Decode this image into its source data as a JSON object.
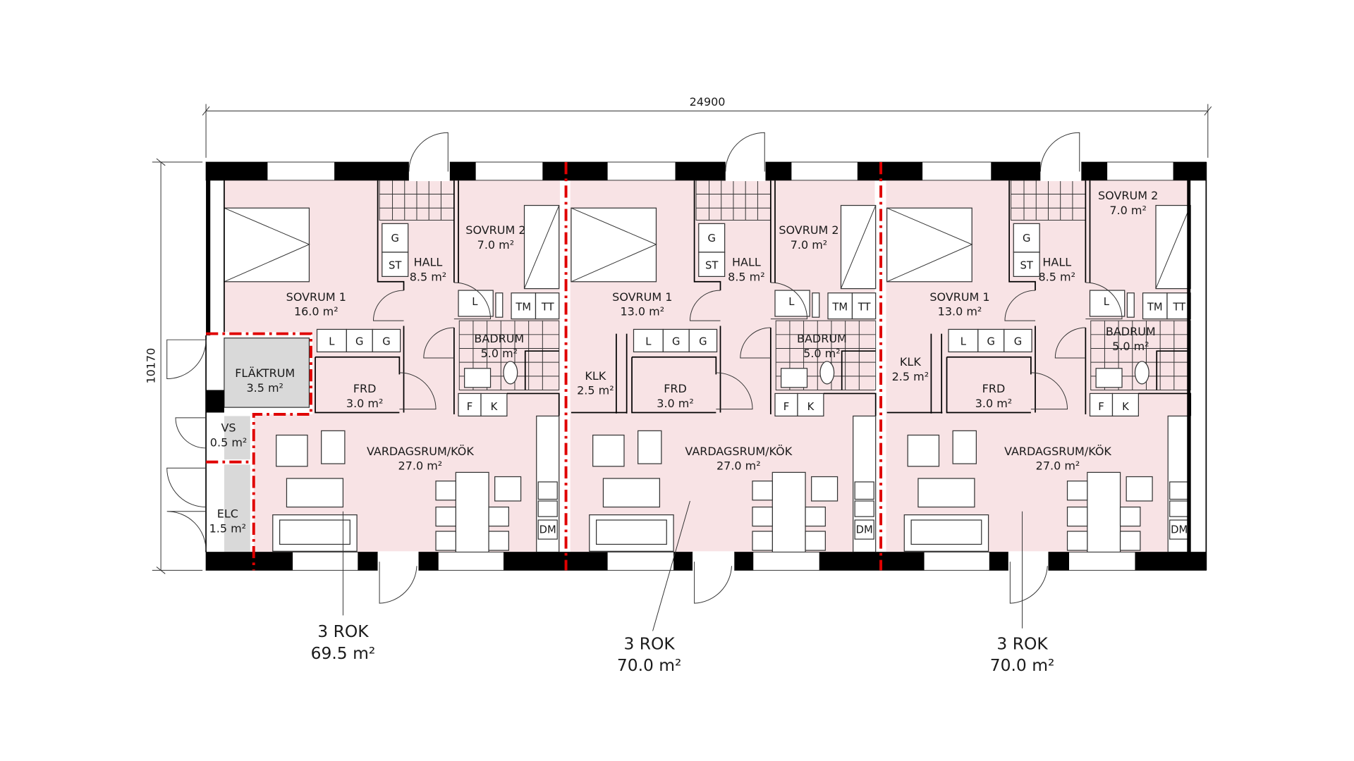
{
  "colors": {
    "room_fill": "#f8e3e5",
    "tech_fill": "#d9d9d9",
    "boundary": "#e00000",
    "wall": "#000000"
  },
  "dimensions": {
    "width": "24900",
    "depth": "10170"
  },
  "technical_rooms": {
    "flaktrum": {
      "name": "FLÄKTRUM",
      "area": "3.5 m²"
    },
    "vs": {
      "name": "VS",
      "area": "0.5 m²"
    },
    "elc": {
      "name": "ELC",
      "area": "1.5 m²"
    }
  },
  "units": [
    {
      "type": "3 ROK",
      "area": "69.5 m²",
      "rooms": {
        "sovrum1": {
          "name": "SOVRUM 1",
          "area": "16.0 m²"
        },
        "hall": {
          "name": "HALL",
          "area": "8.5 m²"
        },
        "sovrum2": {
          "name": "SOVRUM 2",
          "area": "7.0 m²"
        },
        "badrum": {
          "name": "BADRUM",
          "area": "5.0 m²"
        },
        "frd": {
          "name": "FRD",
          "area": "3.0 m²"
        },
        "vardagsrum": {
          "name": "VARDAGSRUM/KÖK",
          "area": "27.0 m²"
        }
      }
    },
    {
      "type": "3 ROK",
      "area": "70.0 m²",
      "rooms": {
        "sovrum1": {
          "name": "SOVRUM 1",
          "area": "13.0 m²"
        },
        "klk": {
          "name": "KLK",
          "area": "2.5 m²"
        },
        "hall": {
          "name": "HALL",
          "area": "8.5 m²"
        },
        "sovrum2": {
          "name": "SOVRUM 2",
          "area": "7.0 m²"
        },
        "badrum": {
          "name": "BADRUM",
          "area": "5.0 m²"
        },
        "frd": {
          "name": "FRD",
          "area": "3.0 m²"
        },
        "vardagsrum": {
          "name": "VARDAGSRUM/KÖK",
          "area": "27.0 m²"
        }
      }
    },
    {
      "type": "3 ROK",
      "area": "70.0 m²",
      "rooms": {
        "sovrum1": {
          "name": "SOVRUM 1",
          "area": "13.0 m²"
        },
        "klk": {
          "name": "KLK",
          "area": "2.5 m²"
        },
        "hall": {
          "name": "HALL",
          "area": "8.5 m²"
        },
        "sovrum2": {
          "name": "SOVRUM 2",
          "area": "7.0 m²"
        },
        "badrum": {
          "name": "BADRUM",
          "area": "5.0 m²"
        },
        "frd": {
          "name": "FRD",
          "area": "3.0 m²"
        },
        "vardagsrum": {
          "name": "VARDAGSRUM/KÖK",
          "area": "27.0 m²"
        }
      }
    }
  ],
  "fixtures": {
    "g": "G",
    "st": "ST",
    "l": "L",
    "tm": "TM",
    "tt": "TT",
    "f": "F",
    "k": "K",
    "dm": "DM"
  }
}
